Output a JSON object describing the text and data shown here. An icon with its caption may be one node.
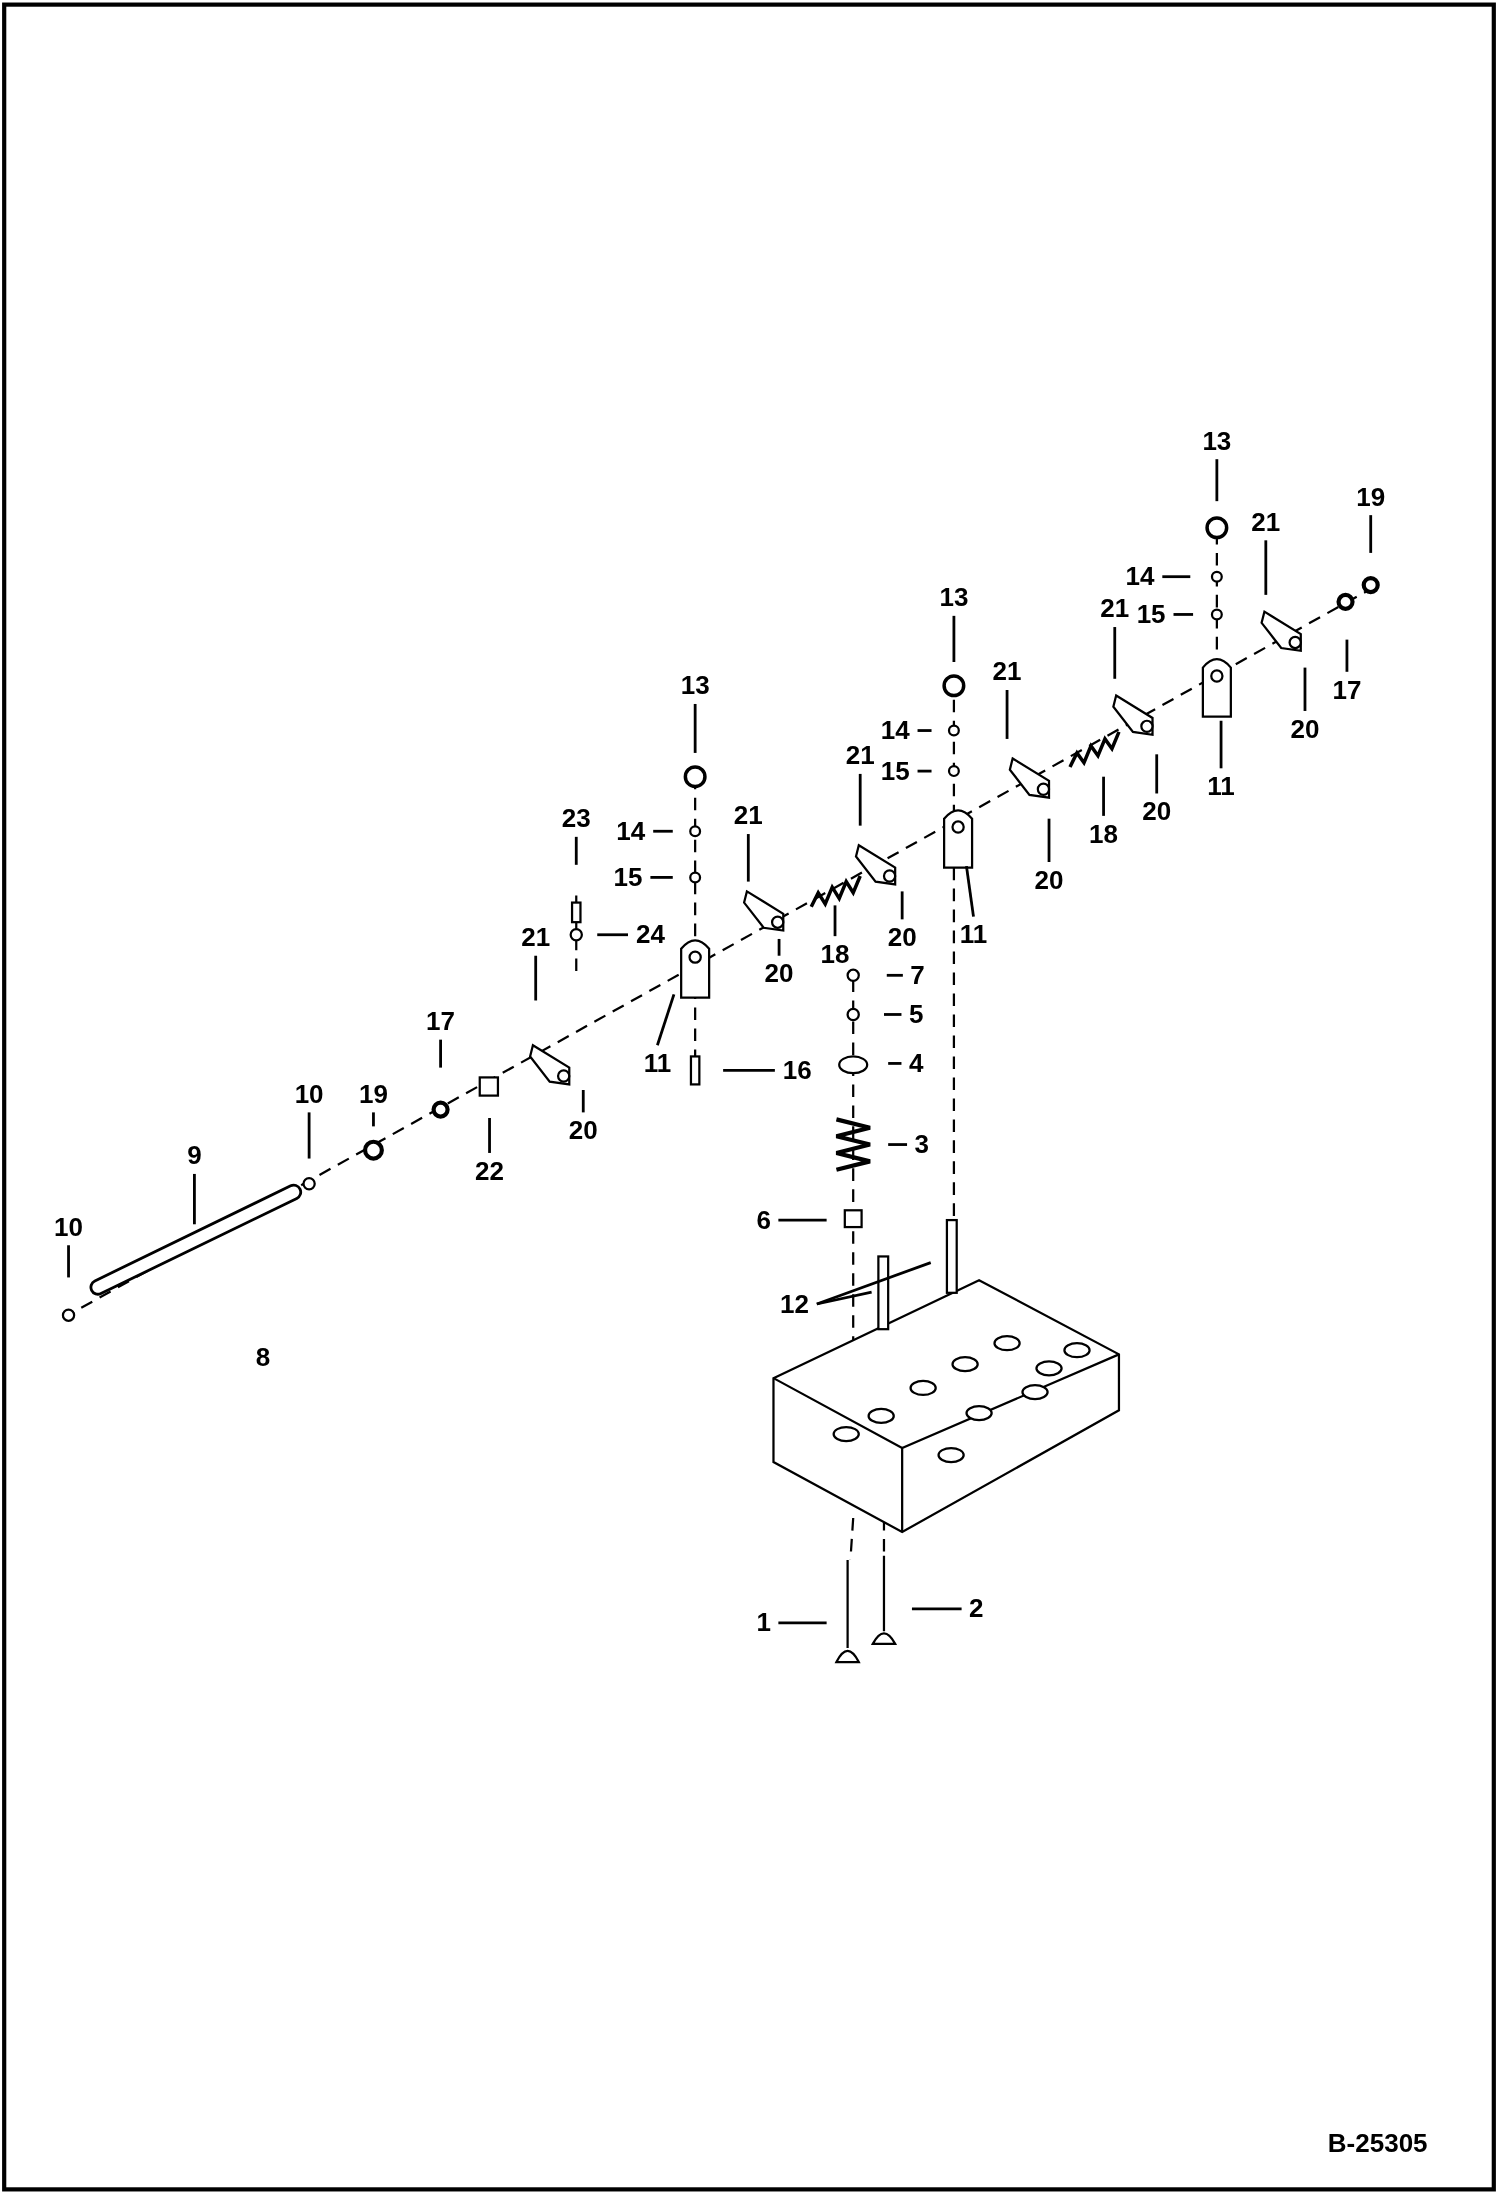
{
  "diagram": {
    "nodes": [
      {
        "text": [
          "13"
        ]
      },
      {
        "text": [
          "19"
        ]
      },
      {
        "text": [
          "21"
        ]
      },
      {
        "text": [
          "14"
        ]
      },
      {
        "text": [
          "15"
        ]
      },
      {
        "text": [
          "21"
        ]
      },
      {
        "text": [
          "17"
        ]
      },
      {
        "text": [
          "13"
        ]
      },
      {
        "text": [
          "20"
        ]
      },
      {
        "text": [
          "11"
        ]
      },
      {
        "text": [
          "21"
        ]
      },
      {
        "text": [
          "14"
        ]
      },
      {
        "text": [
          "15"
        ]
      },
      {
        "text": [
          "21"
        ]
      },
      {
        "text": [
          "18"
        ]
      },
      {
        "text": [
          "20"
        ]
      },
      {
        "text": [
          "13"
        ]
      },
      {
        "text": [
          "20"
        ]
      },
      {
        "text": [
          "11"
        ]
      },
      {
        "text": [
          "21"
        ]
      },
      {
        "text": [
          "23"
        ]
      },
      {
        "text": [
          "14"
        ]
      },
      {
        "text": [
          "15"
        ]
      },
      {
        "text": [
          "24"
        ]
      },
      {
        "text": [
          "20"
        ]
      },
      {
        "text": [
          "18"
        ]
      },
      {
        "text": [
          "7"
        ]
      },
      {
        "text": [
          "21"
        ]
      },
      {
        "text": [
          "20"
        ]
      },
      {
        "text": [
          "5"
        ]
      },
      {
        "text": [
          "11"
        ]
      },
      {
        "text": [
          "16"
        ]
      },
      {
        "text": [
          "4"
        ]
      },
      {
        "text": [
          "17"
        ]
      },
      {
        "text": [
          "10"
        ]
      },
      {
        "text": [
          "19"
        ]
      },
      {
        "text": [
          "20"
        ]
      },
      {
        "text": [
          "22"
        ]
      },
      {
        "text": [
          "3"
        ]
      },
      {
        "text": [
          "9"
        ]
      },
      {
        "text": [
          "6"
        ]
      },
      {
        "text": [
          "10"
        ]
      },
      {
        "text": [
          "12"
        ]
      },
      {
        "text": [
          "1"
        ]
      },
      {
        "text": [
          "2"
        ]
      }
    ],
    "edges": [
      {
        "from": 0,
        "to": null,
        "arrow": "none"
      },
      {
        "from": 1,
        "to": null,
        "arrow": "none"
      },
      {
        "from": 2,
        "to": null,
        "arrow": "none"
      },
      {
        "from": 3,
        "to": null,
        "arrow": "none"
      },
      {
        "from": 4,
        "to": null,
        "arrow": "none"
      },
      {
        "from": 5,
        "to": null,
        "arrow": "none"
      },
      {
        "from": 6,
        "to": null,
        "arrow": "none"
      },
      {
        "from": 7,
        "to": null,
        "arrow": "none"
      },
      {
        "from": 8,
        "to": null,
        "arrow": "none"
      },
      {
        "from": 9,
        "to": null,
        "arrow": "none"
      },
      {
        "from": 10,
        "to": null,
        "arrow": "none"
      },
      {
        "from": 11,
        "to": null,
        "arrow": "none"
      },
      {
        "from": 12,
        "to": null,
        "arrow": "none"
      },
      {
        "from": 13,
        "to": null,
        "arrow": "none"
      },
      {
        "from": 14,
        "to": null,
        "arrow": "none"
      },
      {
        "from": 15,
        "to": null,
        "arrow": "none"
      },
      {
        "from": 16,
        "to": null,
        "arrow": "none"
      },
      {
        "from": 17,
        "to": null,
        "arrow": "none"
      },
      {
        "from": 18,
        "to": null,
        "arrow": "none"
      },
      {
        "from": 19,
        "to": null,
        "arrow": "none"
      },
      {
        "from": 20,
        "to": null,
        "arrow": "none"
      },
      {
        "from": 21,
        "to": null,
        "arrow": "none"
      },
      {
        "from": 22,
        "to": null,
        "arrow": "none"
      },
      {
        "from": 23,
        "to": null,
        "arrow": "none"
      },
      {
        "from": 24,
        "to": null,
        "arrow": "none"
      },
      {
        "from": 25,
        "to": null,
        "arrow": "none"
      },
      {
        "from": 26,
        "to": null,
        "arrow": "none"
      },
      {
        "from": 27,
        "to": null,
        "arrow": "none"
      },
      {
        "from": 28,
        "to": null,
        "arrow": "none"
      },
      {
        "from": 29,
        "to": null,
        "arrow": "none"
      },
      {
        "from": 30,
        "to": null,
        "arrow": "none"
      },
      {
        "from": 31,
        "to": null,
        "arrow": "none"
      },
      {
        "from": 32,
        "to": null,
        "arrow": "none"
      },
      {
        "from": 33,
        "to": null,
        "arrow": "none"
      },
      {
        "from": 34,
        "to": null,
        "arrow": "none"
      },
      {
        "from": 35,
        "to": null,
        "arrow": "none"
      },
      {
        "from": 36,
        "to": null,
        "arrow": "none"
      },
      {
        "from": 37,
        "to": null,
        "arrow": "none"
      },
      {
        "from": 38,
        "to": null,
        "arrow": "none"
      },
      {
        "from": 39,
        "to": null,
        "arrow": "none"
      },
      {
        "from": 40,
        "to": null,
        "arrow": "none"
      },
      {
        "from": 41,
        "to": null,
        "arrow": "none"
      },
      {
        "from": 42,
        "to": null,
        "arrow": "none"
      },
      {
        "from": 42,
        "to": null,
        "arrow": "none"
      },
      {
        "from": 43,
        "to": null,
        "arrow": "none"
      },
      {
        "from": 44,
        "to": null,
        "arrow": "none"
      }
    ],
    "labels": [
      "8",
      "B-25305"
    ]
  }
}
